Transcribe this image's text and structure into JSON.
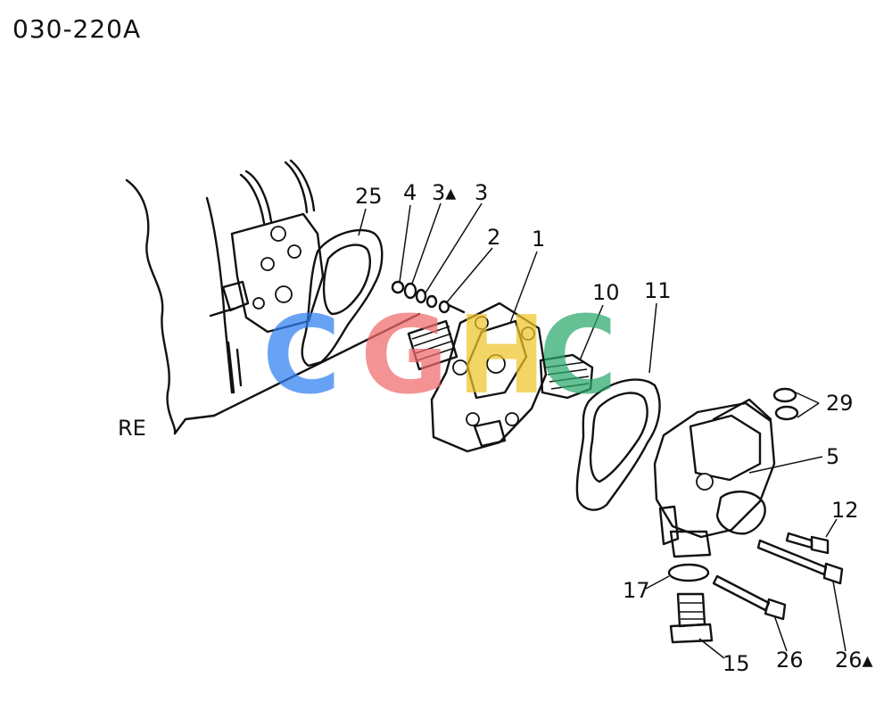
{
  "diagram_code": "030-220A",
  "side_label": "RE",
  "callouts": {
    "c25": "25",
    "c4": "4",
    "c3a": "3▴",
    "c3": "3",
    "c2": "2",
    "c1": "1",
    "c10": "10",
    "c11": "11",
    "c29": "29",
    "c5": "5",
    "c12": "12",
    "c17": "17",
    "c15": "15",
    "c26": "26",
    "c26a": "26▴"
  },
  "watermark": {
    "letters": [
      "C",
      "G",
      "H",
      "C"
    ],
    "colors": [
      "#2f7ff2",
      "#f06a6a",
      "#efc52a",
      "#2aa86b"
    ]
  }
}
